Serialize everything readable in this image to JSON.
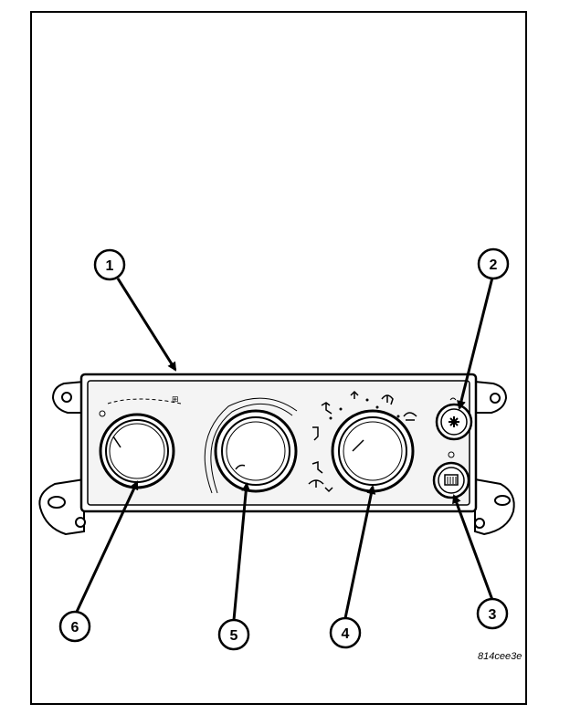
{
  "diagram": {
    "callouts": [
      {
        "id": "callout-1",
        "label": "1"
      },
      {
        "id": "callout-2",
        "label": "2"
      },
      {
        "id": "callout-3",
        "label": "3"
      },
      {
        "id": "callout-4",
        "label": "4"
      },
      {
        "id": "callout-5",
        "label": "5"
      },
      {
        "id": "callout-6",
        "label": "6"
      }
    ],
    "figure_code": "814cee3e",
    "colors": {
      "line": "#000000",
      "background": "#ffffff",
      "panel": "#f4f4f4"
    }
  }
}
